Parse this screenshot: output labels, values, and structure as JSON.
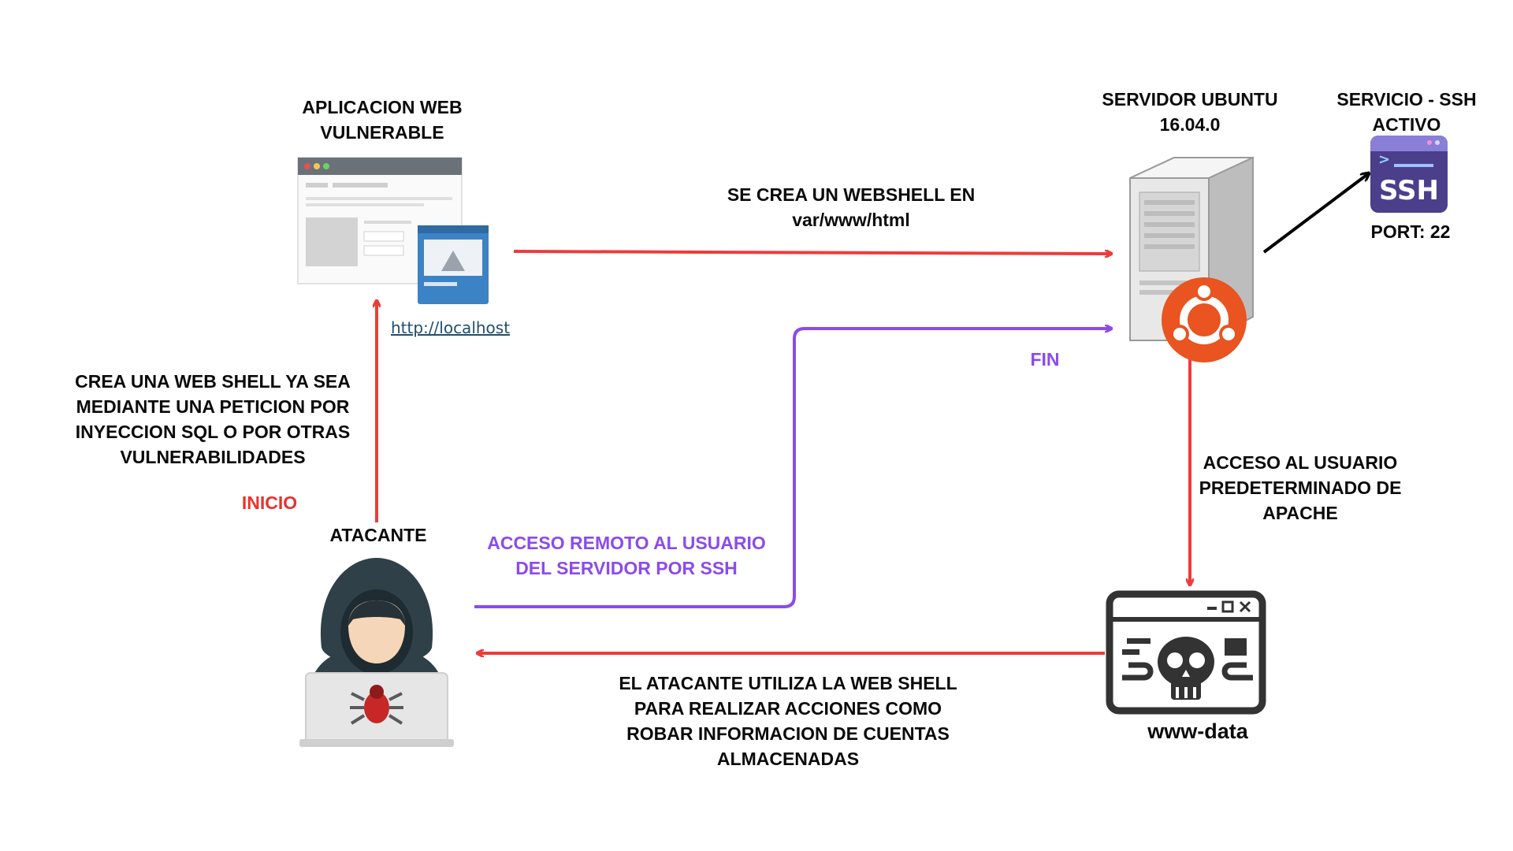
{
  "nodes": {
    "webapp": {
      "title": "APLICACION WEB\nVULNERABLE",
      "url": "http://localhost"
    },
    "server": {
      "title": "SERVIDOR UBUNTU\n16.04.0"
    },
    "ssh": {
      "title": "SERVICIO - SSH\nACTIVO",
      "badge_text": "SSH",
      "port": "PORT: 22"
    },
    "wwwdata": {
      "title": "www-data"
    },
    "attacker": {
      "title": "ATACANTE"
    }
  },
  "edges": {
    "webshell": "SE CREA UN WEBSHELL EN\nvar/www/html",
    "create_shell": "CREA UNA WEB SHELL YA SEA\nMEDIANTE UNA PETICION POR\nINYECCION SQL O POR OTRAS\nVULNERABILIDADES",
    "inicio": "INICIO",
    "fin": "FIN",
    "ssh_access": "ACCESO REMOTO AL USUARIO\nDEL SERVIDOR POR SSH",
    "apache_user": "ACCESO AL USUARIO\nPREDETERMINADO DE\nAPACHE",
    "use_shell": "EL ATACANTE UTILIZA LA WEB SHELL\nPARA REALIZAR ACCIONES COMO\nROBAR INFORMACION DE CUENTAS\nALMACENADAS"
  },
  "colors": {
    "red_arrow": "#ef3b3b",
    "purple_arrow": "#8b4bec",
    "black_arrow": "#000000",
    "ubuntu_orange": "#e95420",
    "ssh_badge": "#4b3f8c"
  }
}
